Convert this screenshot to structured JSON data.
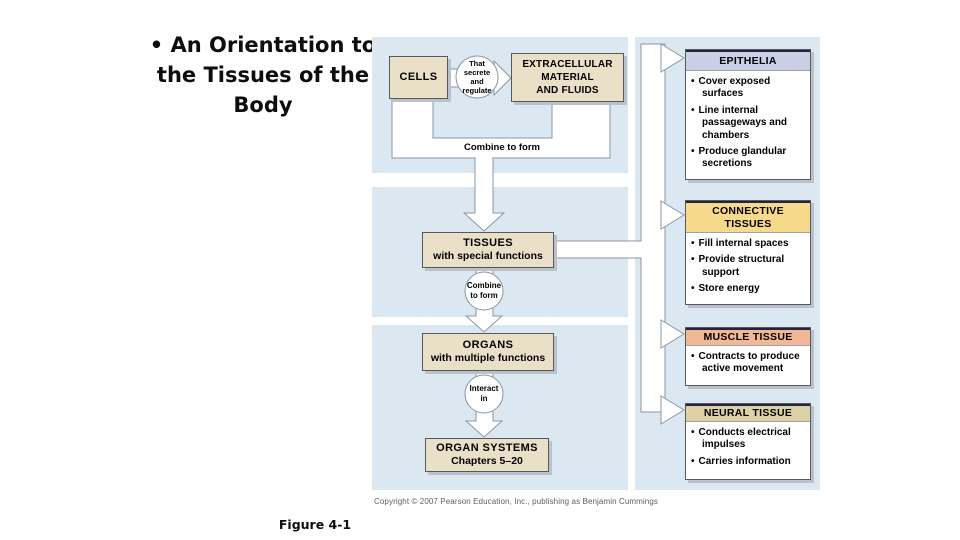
{
  "slide": {
    "title_lines": [
      "• An Orientation to",
      "the Tissues of the",
      "Body"
    ],
    "figure_label": "Figure 4-1"
  },
  "ui": {
    "bullet_char": "•"
  },
  "colors": {
    "panel_blue": "#dce8f1",
    "process_box_tan": "#e9e0c7",
    "connector_white": "#ffffff",
    "connector_outline": "#8a96a2",
    "epithelia_header": "#c9cfe4",
    "connective_header": "#f6d98b",
    "muscle_header": "#f2b795",
    "neural_header": "#ddd1a5",
    "header_top_line": "#23233f",
    "copyright_gray": "#606060"
  },
  "flowchart": {
    "cells_label": "CELLS",
    "secrete_circle_lines": [
      "That",
      "secrete",
      "and",
      "regulate"
    ],
    "extracellular_lines": [
      "EXTRACELLULAR",
      "MATERIAL",
      "AND FLUIDS"
    ],
    "combine_bracket_label": "Combine to form",
    "tissues_title": "TISSUES",
    "tissues_subtitle": "with special functions",
    "combine_circle_lines": [
      "Combine",
      "to form"
    ],
    "organs_title": "ORGANS",
    "organs_subtitle": "with multiple functions",
    "interact_circle_lines": [
      "Interact",
      "in"
    ],
    "organ_systems_title": "ORGAN SYSTEMS",
    "organ_systems_subtitle": "Chapters 5–20"
  },
  "tissue_types": [
    {
      "title": "EPITHELIA",
      "header_color": "#c9cfe4",
      "bullet_lines": [
        [
          "Cover exposed",
          "surfaces"
        ],
        [
          "Line internal",
          "passageways and",
          "chambers"
        ],
        [
          "Produce glandular",
          "secretions"
        ]
      ]
    },
    {
      "title": "CONNECTIVE TISSUES",
      "header_color": "#f6d98b",
      "bullet_lines": [
        [
          "Fill internal spaces"
        ],
        [
          "Provide structural",
          "support"
        ],
        [
          "Store energy"
        ]
      ]
    },
    {
      "title": "MUSCLE TISSUE",
      "header_color": "#f2b795",
      "bullet_lines": [
        [
          "Contracts to produce",
          "active movement"
        ]
      ]
    },
    {
      "title": "NEURAL TISSUE",
      "header_color": "#ddd1a5",
      "bullet_lines": [
        [
          "Conducts electrical",
          "impulses"
        ],
        [
          "Carries information"
        ]
      ]
    }
  ],
  "footer": {
    "copyright": "Copyright © 2007 Pearson Education, Inc., publishing as Benjamin Cummings"
  }
}
